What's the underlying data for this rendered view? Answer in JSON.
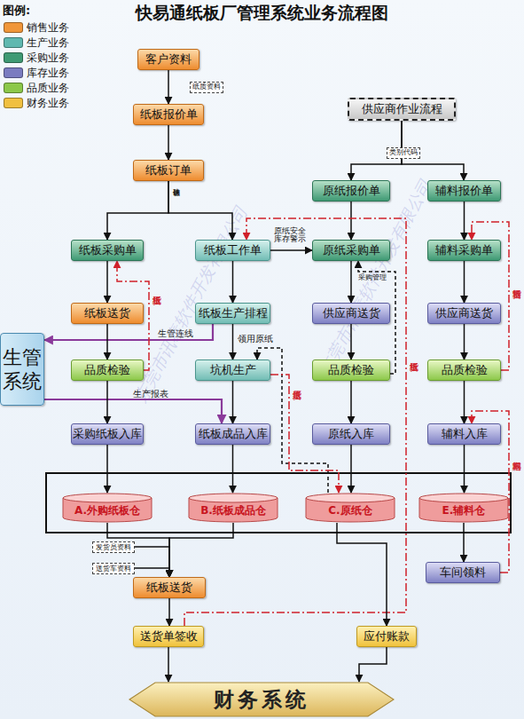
{
  "diagram": {
    "title": "快易通纸板厂管理系统业务流程图",
    "nodes": [
      {
        "text": [
          "客户资料"
        ]
      },
      {
        "text": [
          "纸板报价单"
        ]
      },
      {
        "text": [
          "纸板订单"
        ]
      },
      {
        "text": [
          "供应商作业流程"
        ]
      },
      {
        "text": [
          "原纸报价单"
        ]
      },
      {
        "text": [
          "辅料报价单"
        ]
      },
      {
        "text": [
          "纸板采购单"
        ]
      },
      {
        "text": [
          "纸板工作单"
        ]
      },
      {
        "text": [
          "原纸采购单"
        ]
      },
      {
        "text": [
          "辅料采购单"
        ]
      },
      {
        "text": [
          "纸板送货"
        ]
      },
      {
        "text": [
          "纸板生产排程"
        ]
      },
      {
        "text": [
          "供应商送货"
        ]
      },
      {
        "text": [
          "供应商送货"
        ]
      },
      {
        "text": [
          "生管系统"
        ]
      },
      {
        "text": [
          "品质检验"
        ]
      },
      {
        "text": [
          "坑机生产"
        ]
      },
      {
        "text": [
          "品质检验"
        ]
      },
      {
        "text": [
          "品质检验"
        ]
      },
      {
        "text": [
          "采购纸板入库"
        ]
      },
      {
        "text": [
          "纸板成品入库"
        ]
      },
      {
        "text": [
          "原纸入库"
        ]
      },
      {
        "text": [
          "辅料入库"
        ]
      },
      {
        "text": [
          "A.外购纸板仓"
        ]
      },
      {
        "text": [
          "B.纸板成品仓"
        ]
      },
      {
        "text": [
          "C.原纸仓"
        ]
      },
      {
        "text": [
          "E.辅料仓"
        ]
      },
      {
        "text": [
          "发货员资料"
        ]
      },
      {
        "text": [
          "送货车资料"
        ]
      },
      {
        "text": [
          "车间领料"
        ]
      },
      {
        "text": [
          "纸板送货"
        ]
      },
      {
        "text": [
          "送货单签收"
        ]
      },
      {
        "text": [
          "应付账款"
        ]
      },
      {
        "text": [
          "财务系统"
        ]
      }
    ],
    "edges": [
      {
        "from": 0,
        "to": 1,
        "arrow": "to",
        "label": "纸质资料"
      },
      {
        "from": 1,
        "to": 2,
        "arrow": "to"
      },
      {
        "from": 2,
        "to": 6,
        "arrow": "to",
        "label": "订单确认"
      },
      {
        "from": 2,
        "to": 7,
        "arrow": "to"
      },
      {
        "from": 3,
        "to": 4,
        "arrow": "to",
        "label": "类别代码"
      },
      {
        "from": 3,
        "to": 5,
        "arrow": "to"
      },
      {
        "from": 4,
        "to": 8,
        "arrow": "to"
      },
      {
        "from": 5,
        "to": 9,
        "arrow": "to"
      },
      {
        "from": 7,
        "to": 8,
        "arrow": "to",
        "label": "原纸安全库存警示"
      },
      {
        "from": 6,
        "to": 10,
        "arrow": "to"
      },
      {
        "from": 7,
        "to": 11,
        "arrow": "to"
      },
      {
        "from": 8,
        "to": 12,
        "arrow": "to"
      },
      {
        "from": 9,
        "to": 13,
        "arrow": "to"
      },
      {
        "from": 11,
        "to": 14,
        "arrow": "to",
        "label": "生管连线"
      },
      {
        "from": 14,
        "to": 20,
        "arrow": "to",
        "label": "生产报表"
      },
      {
        "from": 10,
        "to": 15,
        "arrow": "to"
      },
      {
        "from": 11,
        "to": 16,
        "arrow": "to"
      },
      {
        "from": 12,
        "to": 17,
        "arrow": "to"
      },
      {
        "from": 13,
        "to": 18,
        "arrow": "to"
      },
      {
        "from": 15,
        "to": 6,
        "arrow": "to",
        "label": "纸板退货"
      },
      {
        "from": 17,
        "to": 8,
        "arrow": "to",
        "label": "采购管理"
      },
      {
        "from": 25,
        "to": 16,
        "arrow": "to",
        "label": "领用原纸"
      },
      {
        "from": 16,
        "to": 25,
        "arrow": "to",
        "label": "原纸退货"
      },
      {
        "from": 31,
        "to": 7,
        "arrow": "to",
        "label": "纸板退货"
      },
      {
        "from": 18,
        "to": 9,
        "arrow": "to",
        "label": "辅料退货"
      },
      {
        "from": 29,
        "to": 22,
        "arrow": "to",
        "label": "车间退料"
      },
      {
        "from": 15,
        "to": 19,
        "arrow": "to"
      },
      {
        "from": 16,
        "to": 20,
        "arrow": "to"
      },
      {
        "from": 17,
        "to": 21,
        "arrow": "to"
      },
      {
        "from": 18,
        "to": 22,
        "arrow": "to"
      },
      {
        "from": 19,
        "to": 23,
        "arrow": "to"
      },
      {
        "from": 20,
        "to": 24,
        "arrow": "to"
      },
      {
        "from": 21,
        "to": 25,
        "arrow": "to"
      },
      {
        "from": 22,
        "to": 26,
        "arrow": "to"
      },
      {
        "from": 23,
        "to": 30,
        "arrow": "to"
      },
      {
        "from": 24,
        "to": 30,
        "arrow": "to"
      },
      {
        "from": 27,
        "to": 30,
        "arrow": "to"
      },
      {
        "from": 28,
        "to": 30,
        "arrow": "to"
      },
      {
        "from": 30,
        "to": 31,
        "arrow": "to"
      },
      {
        "from": 26,
        "to": 29,
        "arrow": "to"
      },
      {
        "from": 25,
        "to": 32,
        "arrow": "to"
      },
      {
        "from": 31,
        "to": 33,
        "arrow": "to"
      },
      {
        "from": 32,
        "to": 33,
        "arrow": "to"
      }
    ],
    "labels": [
      "图例:",
      "东莞市讯泰软件开发有限公司",
      "东莞市讯泰软件开发有限公司"
    ],
    "legend": [
      {
        "text": "销售业务",
        "color": "#f0963a"
      },
      {
        "text": "生产业务",
        "color": "#5fb8b0"
      },
      {
        "text": "采购业务",
        "color": "#3f9a74"
      },
      {
        "text": "库存业务",
        "color": "#7a7cc0"
      },
      {
        "text": "品质业务",
        "color": "#8cc84a"
      },
      {
        "text": "财务业务",
        "color": "#f0c040"
      }
    ]
  }
}
